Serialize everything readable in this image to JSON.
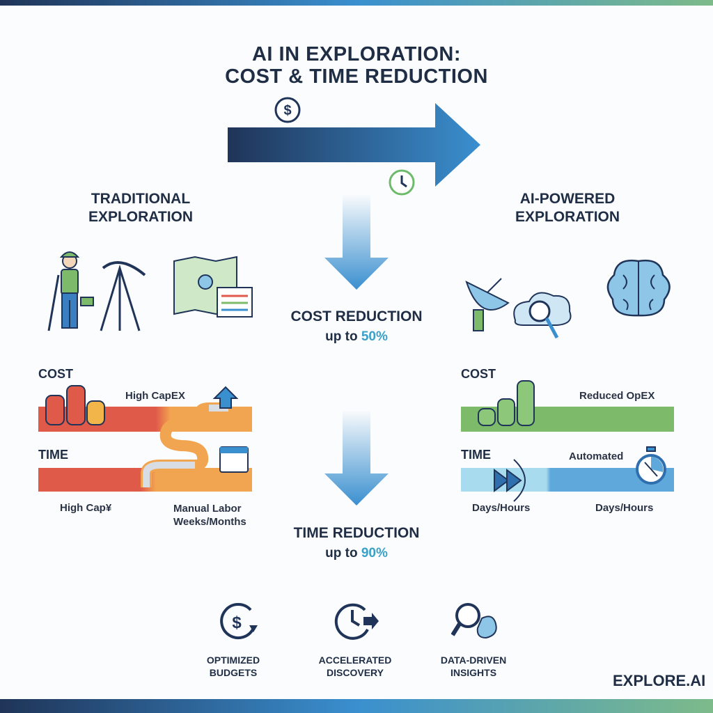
{
  "title": {
    "line1": "AI IN EXPLORATION:",
    "line2": "COST & TIME REDUCTION"
  },
  "left": {
    "heading1": "TRADITIONAL",
    "heading2": "EXPLORATION",
    "cost_label": "COST",
    "cost_note": "High CapEX",
    "time_label": "TIME",
    "bottom_left": "High Cap¥",
    "bottom_right1": "Manual Labor",
    "bottom_right2": "Weeks/Months"
  },
  "right": {
    "heading1": "AI-POWERED",
    "heading2": "EXPLORATION",
    "cost_label": "COST",
    "cost_note": "Reduced OpEX",
    "time_label": "TIME",
    "time_note": "Automated",
    "bottom_left": "Days/Hours",
    "bottom_right": "Days/Hours"
  },
  "center": {
    "cost_title": "COST REDUCTION",
    "cost_prefix": "up to ",
    "cost_value": "50%",
    "time_title": "TIME REDUCTION",
    "time_prefix": "up to ",
    "time_value": "90%"
  },
  "benefits": [
    {
      "line1": "OPTIMIZED",
      "line2": "BUDGETS"
    },
    {
      "line1": "ACCELERATED",
      "line2": "DISCOVERY"
    },
    {
      "line1": "DATA-DRIVEN",
      "line2": "INSIGHTS"
    }
  ],
  "brand": "EXPLORE.AI",
  "colors": {
    "navy": "#1f3458",
    "blue": "#3a8fcf",
    "teal": "#3aa0c8",
    "green": "#7dbb6a",
    "red": "#e05a4a",
    "orange": "#f2a550"
  }
}
